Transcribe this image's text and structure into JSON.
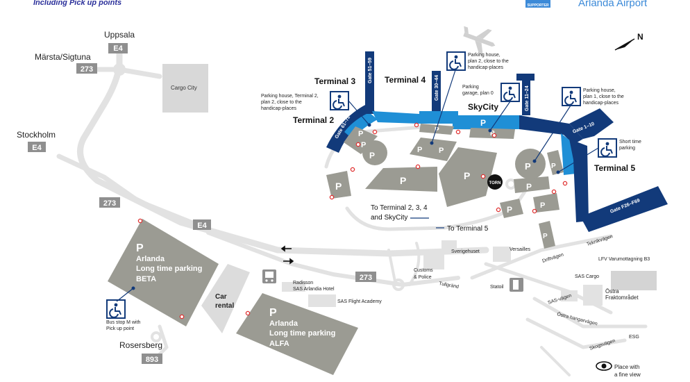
{
  "header": {
    "subtitle": "Including Pick up points",
    "airport_name": "Arlanda Airport",
    "badge_text": "SUPPORTER"
  },
  "compass": {
    "label": "N"
  },
  "places": {
    "uppsala": "Uppsala",
    "marsta": "Märsta/Sigtuna",
    "stockholm": "Stockholm",
    "rosersberg": "Rosersberg",
    "cargo_city": "Cargo City"
  },
  "roads": {
    "e4_top": "E4",
    "e4_left": "E4",
    "e4_mid": "E4",
    "r273_top": "273",
    "r273_left": "273",
    "r273_mid": "273",
    "r893": "893"
  },
  "terminals": {
    "t2": "Terminal 2",
    "t3": "Terminal 3",
    "t4": "Terminal 4",
    "t5": "Terminal 5",
    "skycity": "SkyCity"
  },
  "gates": {
    "g61_72": "Gate 61–72",
    "g51_59": "Gate 51–59",
    "g30_44": "Gate 30–44",
    "g11_24": "Gate 11–24",
    "g1_10": "Gate 1–10",
    "gF26_F69": "Gate F26–F69"
  },
  "parking": {
    "p_symbol": "P",
    "beta_line1": "Arlanda",
    "beta_line2": "Long time parking",
    "beta_line3": "BETA",
    "alfa_line1": "Arlanda",
    "alfa_line2": "Long time parking",
    "alfa_line3": "ALFA",
    "car_rental_1": "Car",
    "car_rental_2": "rental"
  },
  "handicap_notes": {
    "t2_1": "Parking house, Terminal 2,",
    "t2_2": "plan 2, close to the",
    "t2_3": "handicap-places",
    "t4_1": "Parking house,",
    "t4_2": "plan 2, close to the",
    "t4_3": "handicap-places",
    "sky_1": "Parking",
    "sky_2": "garage, plan 0",
    "t5_1": "Parking house,",
    "t5_2": "plan 1, close to the",
    "t5_3": "handicap-places",
    "short_1": "Short time",
    "short_2": "parking",
    "bus_1": "Bus stop M with",
    "bus_2": "Pick up point"
  },
  "directions": {
    "to_t234_1": "To Terminal 2, 3, 4",
    "to_t234_2": "and SkyCity",
    "to_t5": "To Terminal 5",
    "torn": "TORN"
  },
  "buildings": {
    "sverigehuset": "Sverigehuset",
    "versailles": "Versailles",
    "customs_1": "Customs",
    "customs_2": "& Police",
    "statoil": "Statoil",
    "radisson_1": "Radisson",
    "radisson_2": "SAS Arlandia Hotel",
    "flight_academy": "SAS Flight Academy",
    "sas_cargo": "SAS Cargo",
    "lfv": "LFV Varumottagning B3",
    "ostra_1": "Östra",
    "ostra_2": "Fraktområdet",
    "esg": "ESG"
  },
  "streets": {
    "driftvagen": "Driftvägen",
    "teknikvagen": "Teknikvägen",
    "tullgrand": "Tullgränd",
    "sasvagen": "SAS-vägen",
    "ostra_hangarvagen": "Östra hangarvägen",
    "skogsvagen": "Skogsvägen"
  },
  "legend": {
    "view_1": "Place with",
    "view_2": "a fine view"
  },
  "colors": {
    "terminal_dark": "#123a7a",
    "terminal_light": "#1f8fd6",
    "parking_gray": "#9b9b93",
    "road_gray": "#e1e1e1",
    "pickup_red": "#e03030",
    "header_blue": "#2a2f9a",
    "airport_blue": "#3c8ad8"
  }
}
